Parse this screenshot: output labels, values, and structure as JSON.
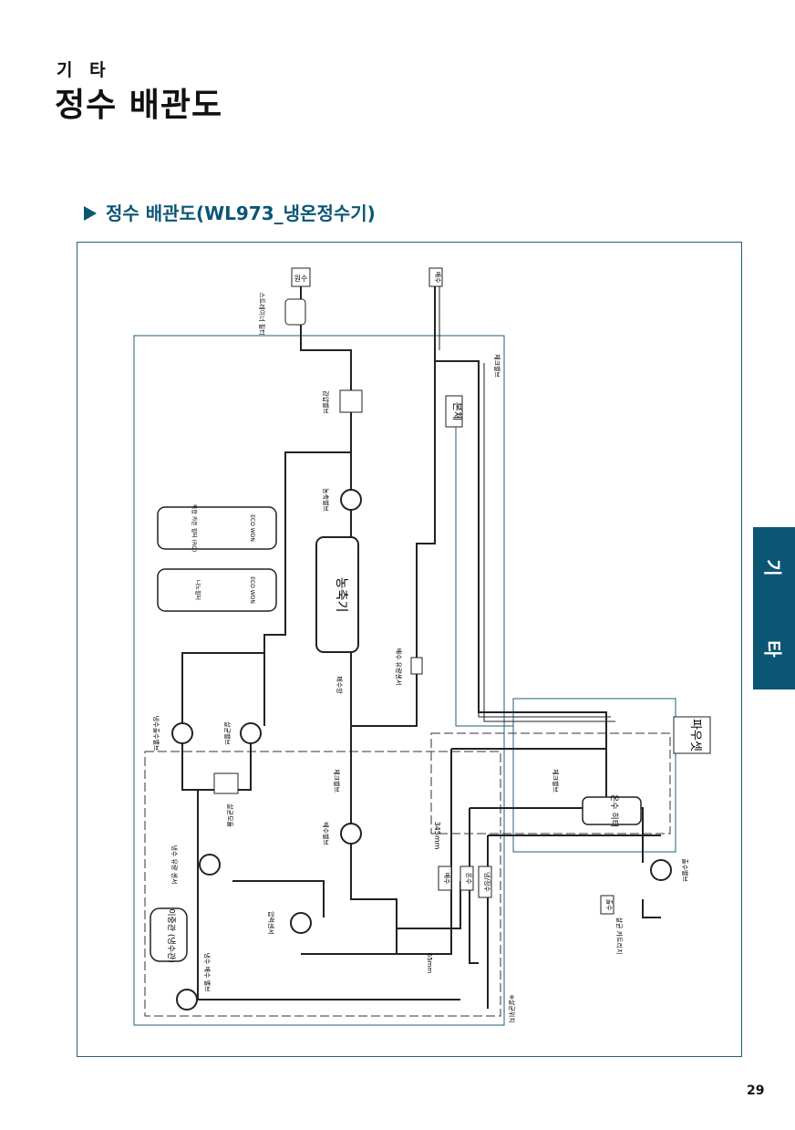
{
  "header": {
    "section": "기 타",
    "title": "정수 배관도"
  },
  "diagram": {
    "heading": "정수 배관도(WL973_냉온정수기)",
    "labels": {
      "water_in": "원수",
      "drain": "배수",
      "strainer": "스트레이너 필터",
      "pressure_reducing": "감압밸브",
      "check_valve_top": "체크밸브",
      "body": "본체",
      "concentrate_valve": "농축밸브",
      "composite_filter": "복합 카본 필터 (RO)",
      "post_filter": "나노필터",
      "concentrator": "농축기",
      "drain_sensor": "배수 유량센서",
      "waste_valve": "폐수방",
      "cold_water_valve": "냉수출수밸브",
      "sterilize_valve": "살균밸브",
      "sterilize_module": "살균모듈",
      "flow_sensor": "냉수 유량 센서",
      "check_valve_mid": "체크밸브",
      "drain_valve": "배수밸브",
      "length_345": "345mm",
      "cold_tank": "이중관 (냉수관)",
      "hot_check": "체크밸브",
      "hot_heater": "온수 히터",
      "hot_valve": "출수밸브",
      "faucet": "파우셋",
      "outlet": "출수",
      "sterilize_cartridge": "살균 카트리지",
      "drain_tag": "배수",
      "hot_tag": "온수",
      "cold_tag": "냉/정수",
      "length_65": "65mm",
      "sterilize_site": "※살균위치",
      "cold_drain_valve": "냉수 배수 밸브",
      "pressure_sensor": "압력센서",
      "eco_brand": "ECO WON"
    }
  },
  "side_tab": {
    "top": "기",
    "bottom": "타"
  },
  "page_number": "29",
  "colors": {
    "accent": "#0b5675",
    "frame": "#1f5f74",
    "pipe": "#222222"
  }
}
